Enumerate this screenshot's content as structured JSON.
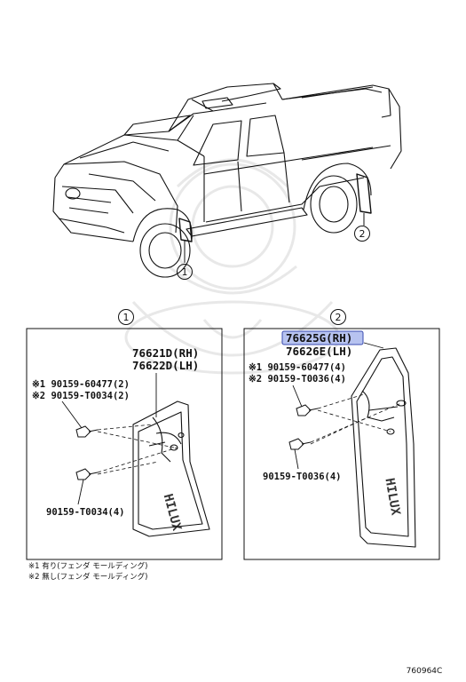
{
  "callouts": {
    "one": "1",
    "two": "2"
  },
  "panel_left": {
    "title": "1",
    "part_rh": "76621D(RH)",
    "part_lh": "76622D(LH)",
    "bolt_a": "※1 90159-60477(2)",
    "bolt_b": "※2 90159-T0034(2)",
    "bolt_c": "90159-T0034(4)",
    "flap_text": "HILUX"
  },
  "panel_right": {
    "title": "2",
    "part_rh": "76625G(RH)",
    "part_lh": "76626E(LH)",
    "bolt_a": "※1 90159-60477(4)",
    "bolt_b": "※2 90159-T0036(4)",
    "bolt_c": "90159-T0036(4)",
    "flap_text": "HILUX",
    "highlight_color": "#b7c3f0"
  },
  "notes": {
    "note1": "※1 有り(フェンダ モールディング)",
    "note2": "※2 無し(フェンダ モールディング)"
  },
  "figure_id": "760964C"
}
